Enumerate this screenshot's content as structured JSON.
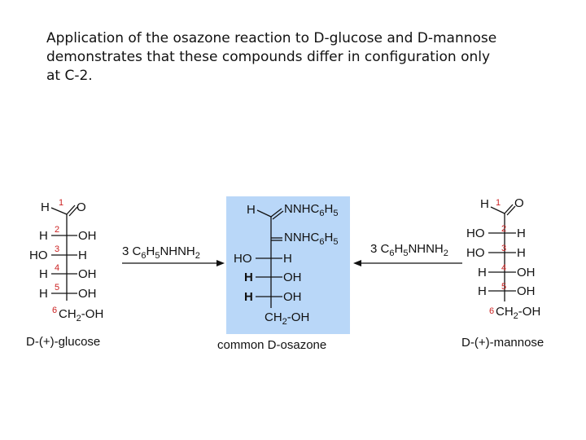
{
  "caption": "Application of the osazone reaction to D-glucose and D-mannose demonstrates that these compounds differ in configuration only at C-2.",
  "glucose": {
    "c1": {
      "left": "H",
      "num": "1",
      "right": "O"
    },
    "rows": [
      {
        "num": "2",
        "left": "H",
        "right": "OH"
      },
      {
        "num": "3",
        "left": "HO",
        "right": "H"
      },
      {
        "num": "4",
        "left": "H",
        "right": "OH"
      },
      {
        "num": "5",
        "left": "H",
        "right": "OH"
      }
    ],
    "c6_num": "6",
    "c6": "CH2-OH",
    "label": "D-(+)-glucose"
  },
  "osazone": {
    "c1_left": "H",
    "c1_right": "NNHC6H5",
    "c2_right": "NNHC6H5",
    "rows": [
      {
        "left": "HO",
        "right": "H"
      },
      {
        "left": "H",
        "right": "OH"
      },
      {
        "left": "H",
        "right": "OH"
      }
    ],
    "c6": "CH2-OH",
    "label": "common D-osazone",
    "box_color": "#b9d7f8"
  },
  "mannose": {
    "c1": {
      "left": "H",
      "num": "1",
      "right": "O"
    },
    "rows": [
      {
        "num": "2",
        "left": "HO",
        "right": "H"
      },
      {
        "num": "3",
        "left": "HO",
        "right": "H"
      },
      {
        "num": "4",
        "left": "H",
        "right": "OH"
      },
      {
        "num": "5",
        "left": "H",
        "right": "OH"
      }
    ],
    "c6_num": "6",
    "c6": "CH2-OH",
    "label": "D-(+)-mannose"
  },
  "reagent_left": "3 C6H5NHNH2",
  "reagent_right": "3 C6H5NHNH2",
  "number_color": "#cc2222"
}
